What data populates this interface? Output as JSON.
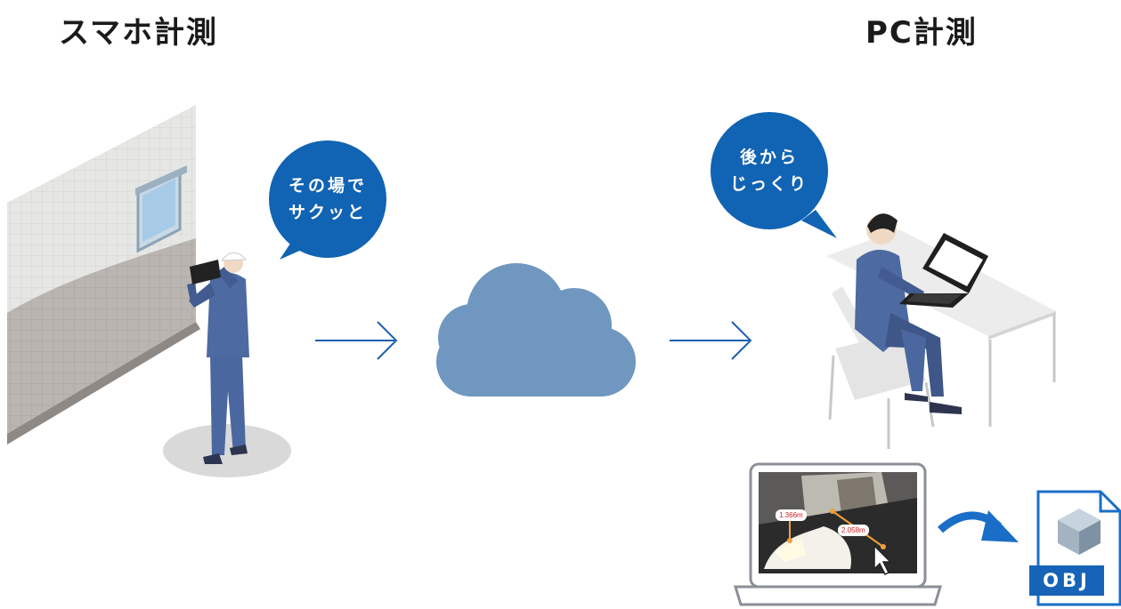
{
  "titles": {
    "left": "スマホ計測",
    "right": "PC計測"
  },
  "bubbles": {
    "left": {
      "line1": "その場で",
      "line2": "サクッと"
    },
    "right": {
      "line1": "後から",
      "line2": "じっくり"
    }
  },
  "screen": {
    "measure_a": "1.366m",
    "measure_b": "2.058m"
  },
  "file_badge": {
    "label": "OBJ"
  },
  "colors": {
    "bubble": "#1163b3",
    "arrow": "#1a5fb0",
    "cloud": "#6f97bf",
    "suit": "#4a679f",
    "curved_arrow": "#1a6ec8"
  },
  "icons": {
    "flow_arrow": "right-arrow-icon",
    "cloud": "cloud-icon",
    "curved_arrow": "curved-arrow-icon",
    "file": "obj-file-icon"
  }
}
